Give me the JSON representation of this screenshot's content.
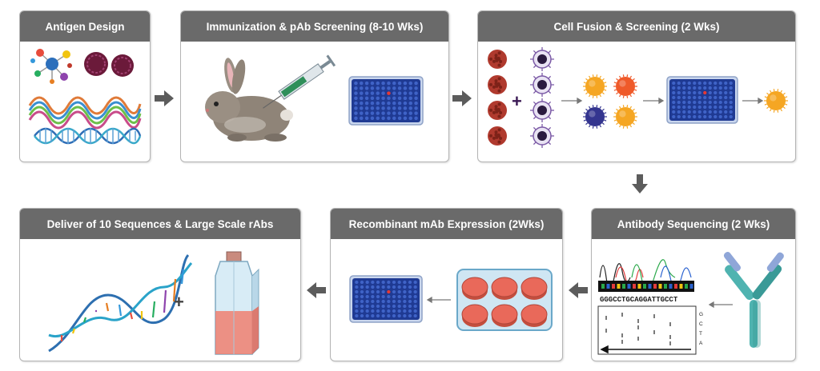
{
  "steps": {
    "antigen_design": "Antigen Design",
    "immunization": "Immunization & pAb Screening (8-10 Wks)",
    "cell_fusion": "Cell Fusion & Screening (2 Wks)",
    "antibody_sequencing": "Antibody Sequencing (2 Wks)",
    "recombinant_expression": "Recombinant mAb Expression (2Wks)",
    "deliver": "Deliver of 10 Sequences & Large Scale rAbs"
  },
  "sequencing": {
    "sequence": "GGGCCTGCAGGATTGCCT",
    "bases": [
      "G",
      "C",
      "T",
      "A"
    ]
  },
  "fusion": {
    "plus": "+"
  },
  "deliver_plus": "+",
  "colors": {
    "header": "#6a6a6a",
    "arrow": "#5c5c5c",
    "plate": "#1f3a93",
    "well_hit": "#e53935",
    "myeloma": "#b03a2e",
    "hybridoma": "#f39c12",
    "antibody": "#4fb3b0",
    "flask_fill": "#f08070"
  },
  "icons": [
    "rabbit",
    "syringe",
    "well-plate",
    "myeloma-cell",
    "b-cell",
    "hybridoma-cell",
    "chromatogram",
    "antibody",
    "culture-dishes",
    "dna-helix",
    "culture-flask"
  ]
}
